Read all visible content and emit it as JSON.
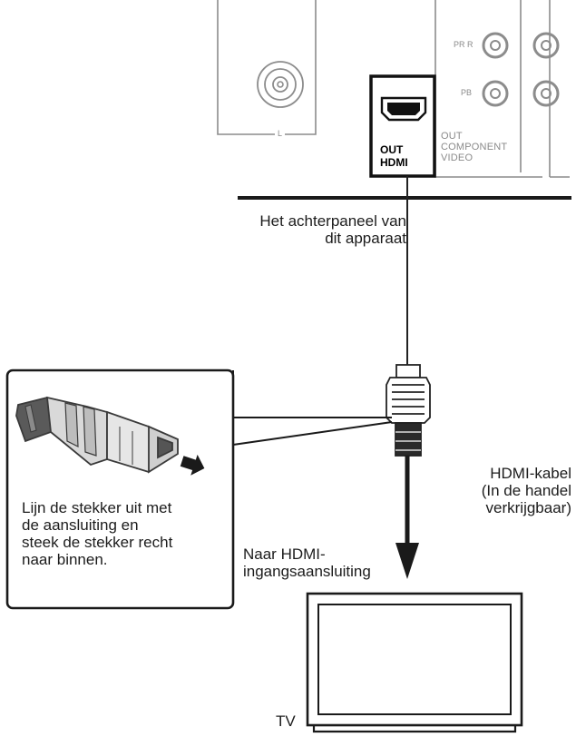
{
  "rear_panel": {
    "hdmi_jack_label": "OUT\nHDMI",
    "component_out": "OUT",
    "component_name": "COMPONENT",
    "component_video": "VIDEO",
    "pr_label": "PR R",
    "pb_label": "PB",
    "audio_l_label": "L",
    "caption": "Het achterpaneel van\ndit apparaat"
  },
  "inset": {
    "instruction": "Lijn de stekker uit met\nde aansluiting en\nsteek de stekker recht\nnaar binnen."
  },
  "cable": {
    "caption": "HDMI-kabel\n(In de handel\nverkrijgbaar)"
  },
  "tv": {
    "input_caption": "Naar HDMI-\ningangsaansluiting",
    "label": "TV"
  },
  "icons": [
    "hdmi-port-icon",
    "rca-jack-icon",
    "hdmi-plug-icon",
    "arrow-down-icon",
    "tv-icon"
  ]
}
